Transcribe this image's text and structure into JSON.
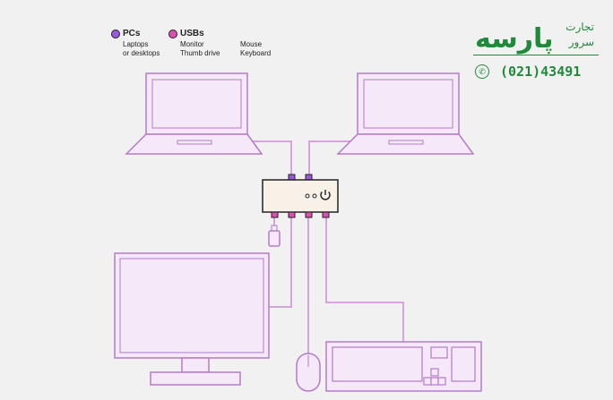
{
  "legend": {
    "pcs": {
      "title": "PCs",
      "line1": "Laptops",
      "line2": "or desktops",
      "color": "#9b57e0"
    },
    "usbs": {
      "title": "USBs",
      "line1": "Monitor",
      "line2": "Thumb drive",
      "color": "#df4fb3"
    },
    "other": {
      "line1": "Mouse",
      "line2": "Keyboard"
    }
  },
  "brand": {
    "word": "پارسه",
    "small1": "تجارت",
    "small2": "سرور",
    "phone": "(021)43491",
    "color": "#1f8a3a"
  },
  "colors": {
    "cable": "#d7a2df",
    "device_fill": "#f5e8f8",
    "outline": "#b57ac8",
    "switch_fill": "#f7f1e8",
    "dark": "#222222"
  }
}
